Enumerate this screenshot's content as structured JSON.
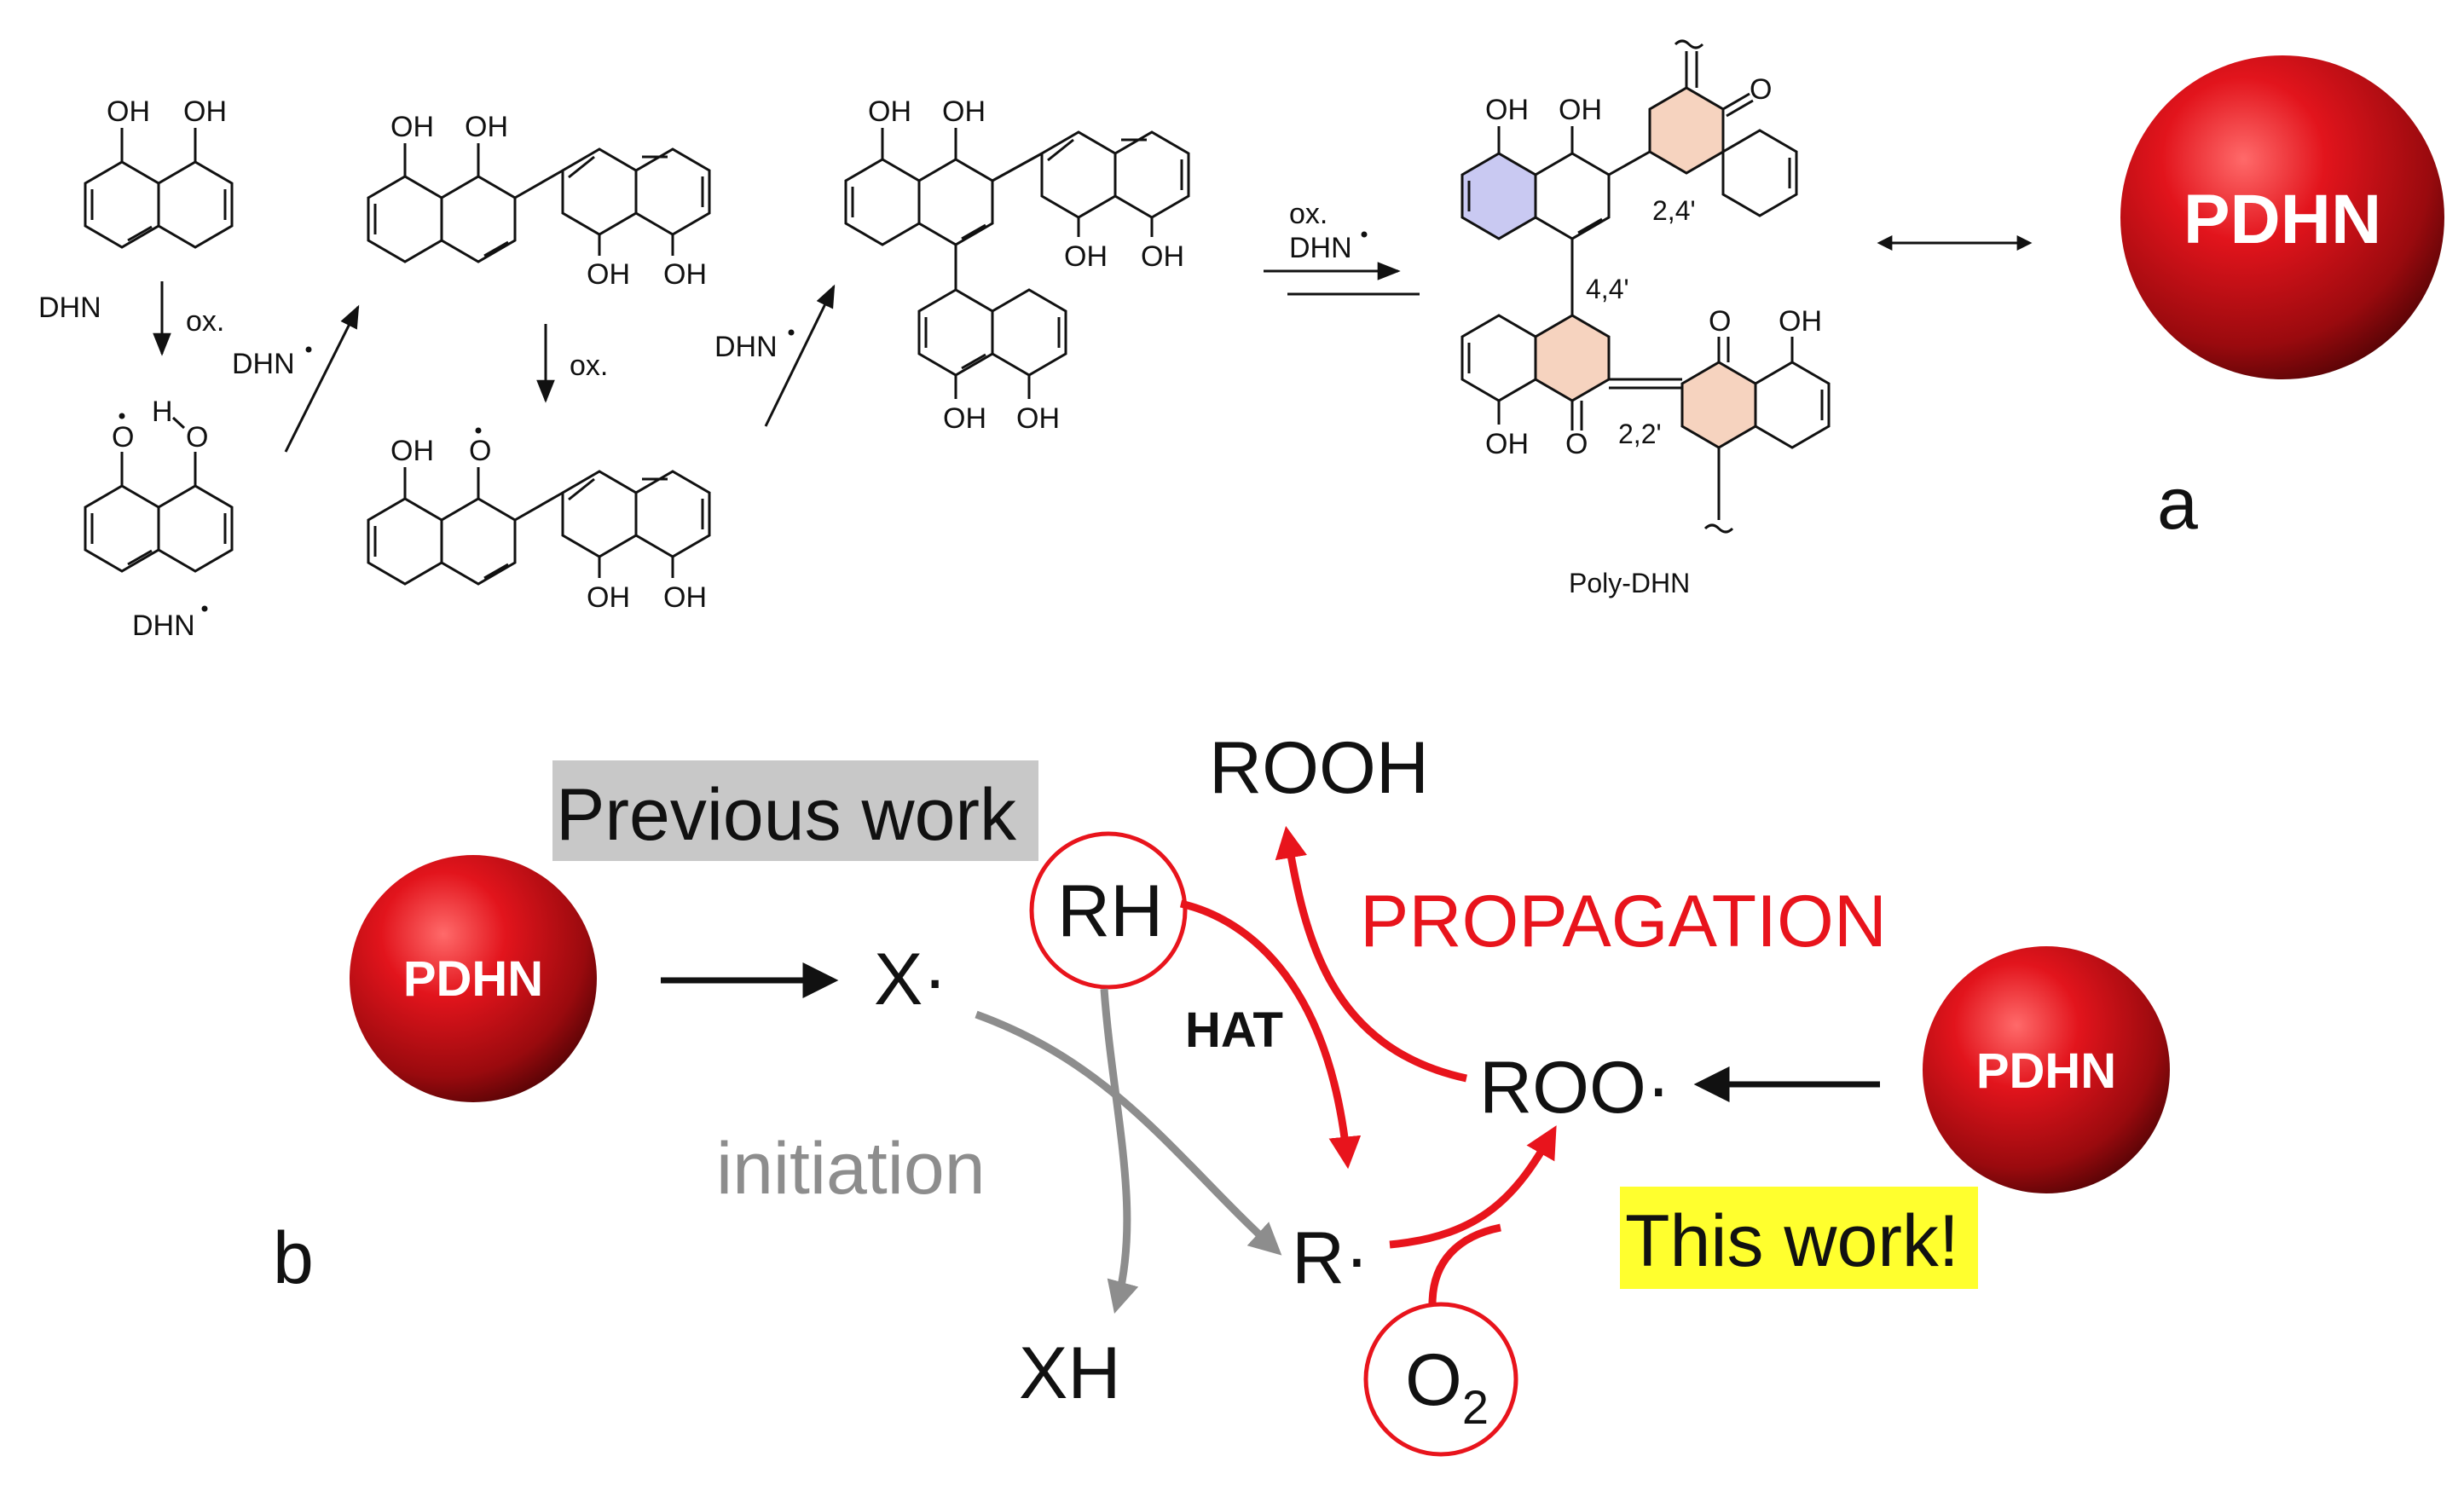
{
  "panel_a": {
    "monomer_label": "DHN",
    "radical_label": "DHN",
    "polymer_label": "Poly-DHN",
    "oxidation_label": "ox.",
    "reagent_label": "DHN",
    "substituent_oh": "OH",
    "substituent_o": "O",
    "substituent_h": "H",
    "linkage_24": "2,4'",
    "linkage_44": "4,4'",
    "linkage_22": "2,2'",
    "ball_label": "PDHN",
    "panel_letter": "a"
  },
  "panel_b": {
    "previous_work": "Previous work",
    "this_work": "This work!",
    "ball_left_label": "PDHN",
    "ball_right_label": "PDHN",
    "x_radical": "X·",
    "rh": "RH",
    "rooh": "ROOH",
    "propagation": "PROPAGATION",
    "hat": "HAT",
    "roo_radical": "ROO·",
    "initiation": "initiation",
    "r_radical": "R·",
    "xh": "XH",
    "o2_base": "O",
    "o2_sub": "2",
    "panel_letter": "b"
  },
  "colors": {
    "red": "#e8141c",
    "grey": "#8d8d8d",
    "highlight_yellow": "#ffff2e",
    "highlight_grey": "#c8c8c8",
    "ring_blue": "#c9c9f2",
    "ring_peach": "#f6d3bf"
  }
}
